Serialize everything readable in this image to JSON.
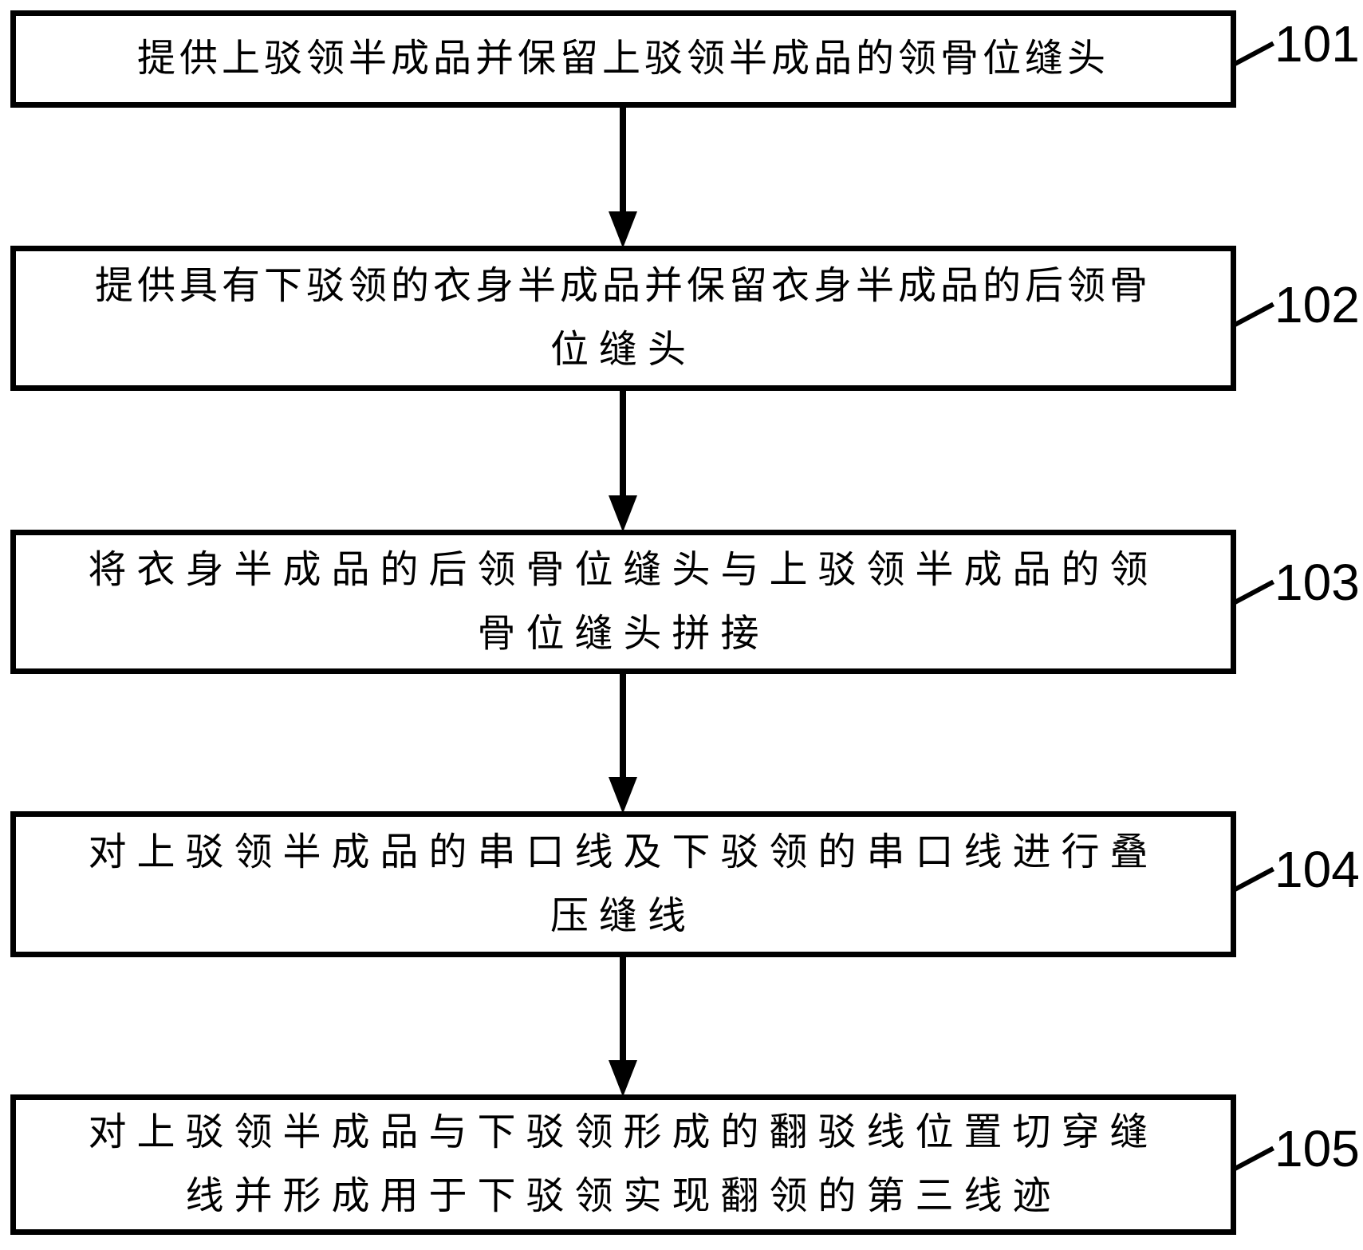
{
  "figure": {
    "background_color": "#ffffff",
    "ink_color": "#000000",
    "type": "patent-method-flowchart"
  },
  "flowchart": {
    "steps": [
      {
        "id": "101",
        "lines": [
          "提供上驳领半成品并保留上驳领半成品的领骨位缝头"
        ]
      },
      {
        "id": "102",
        "lines": [
          "提供具有下驳领的衣身半成品并保留衣身半成品的后领骨",
          "位缝头"
        ]
      },
      {
        "id": "103",
        "lines": [
          "将衣身半成品的后领骨位缝头与上驳领半成品的领",
          "骨位缝头拼接"
        ]
      },
      {
        "id": "104",
        "lines": [
          "对上驳领半成品的串口线及下驳领的串口线进行叠",
          "压缝线"
        ]
      },
      {
        "id": "105",
        "lines": [
          "对上驳领半成品与下驳领形成的翻驳线位置切穿缝",
          "线并形成用于下驳领实现翻领的第三线迹"
        ]
      }
    ]
  }
}
